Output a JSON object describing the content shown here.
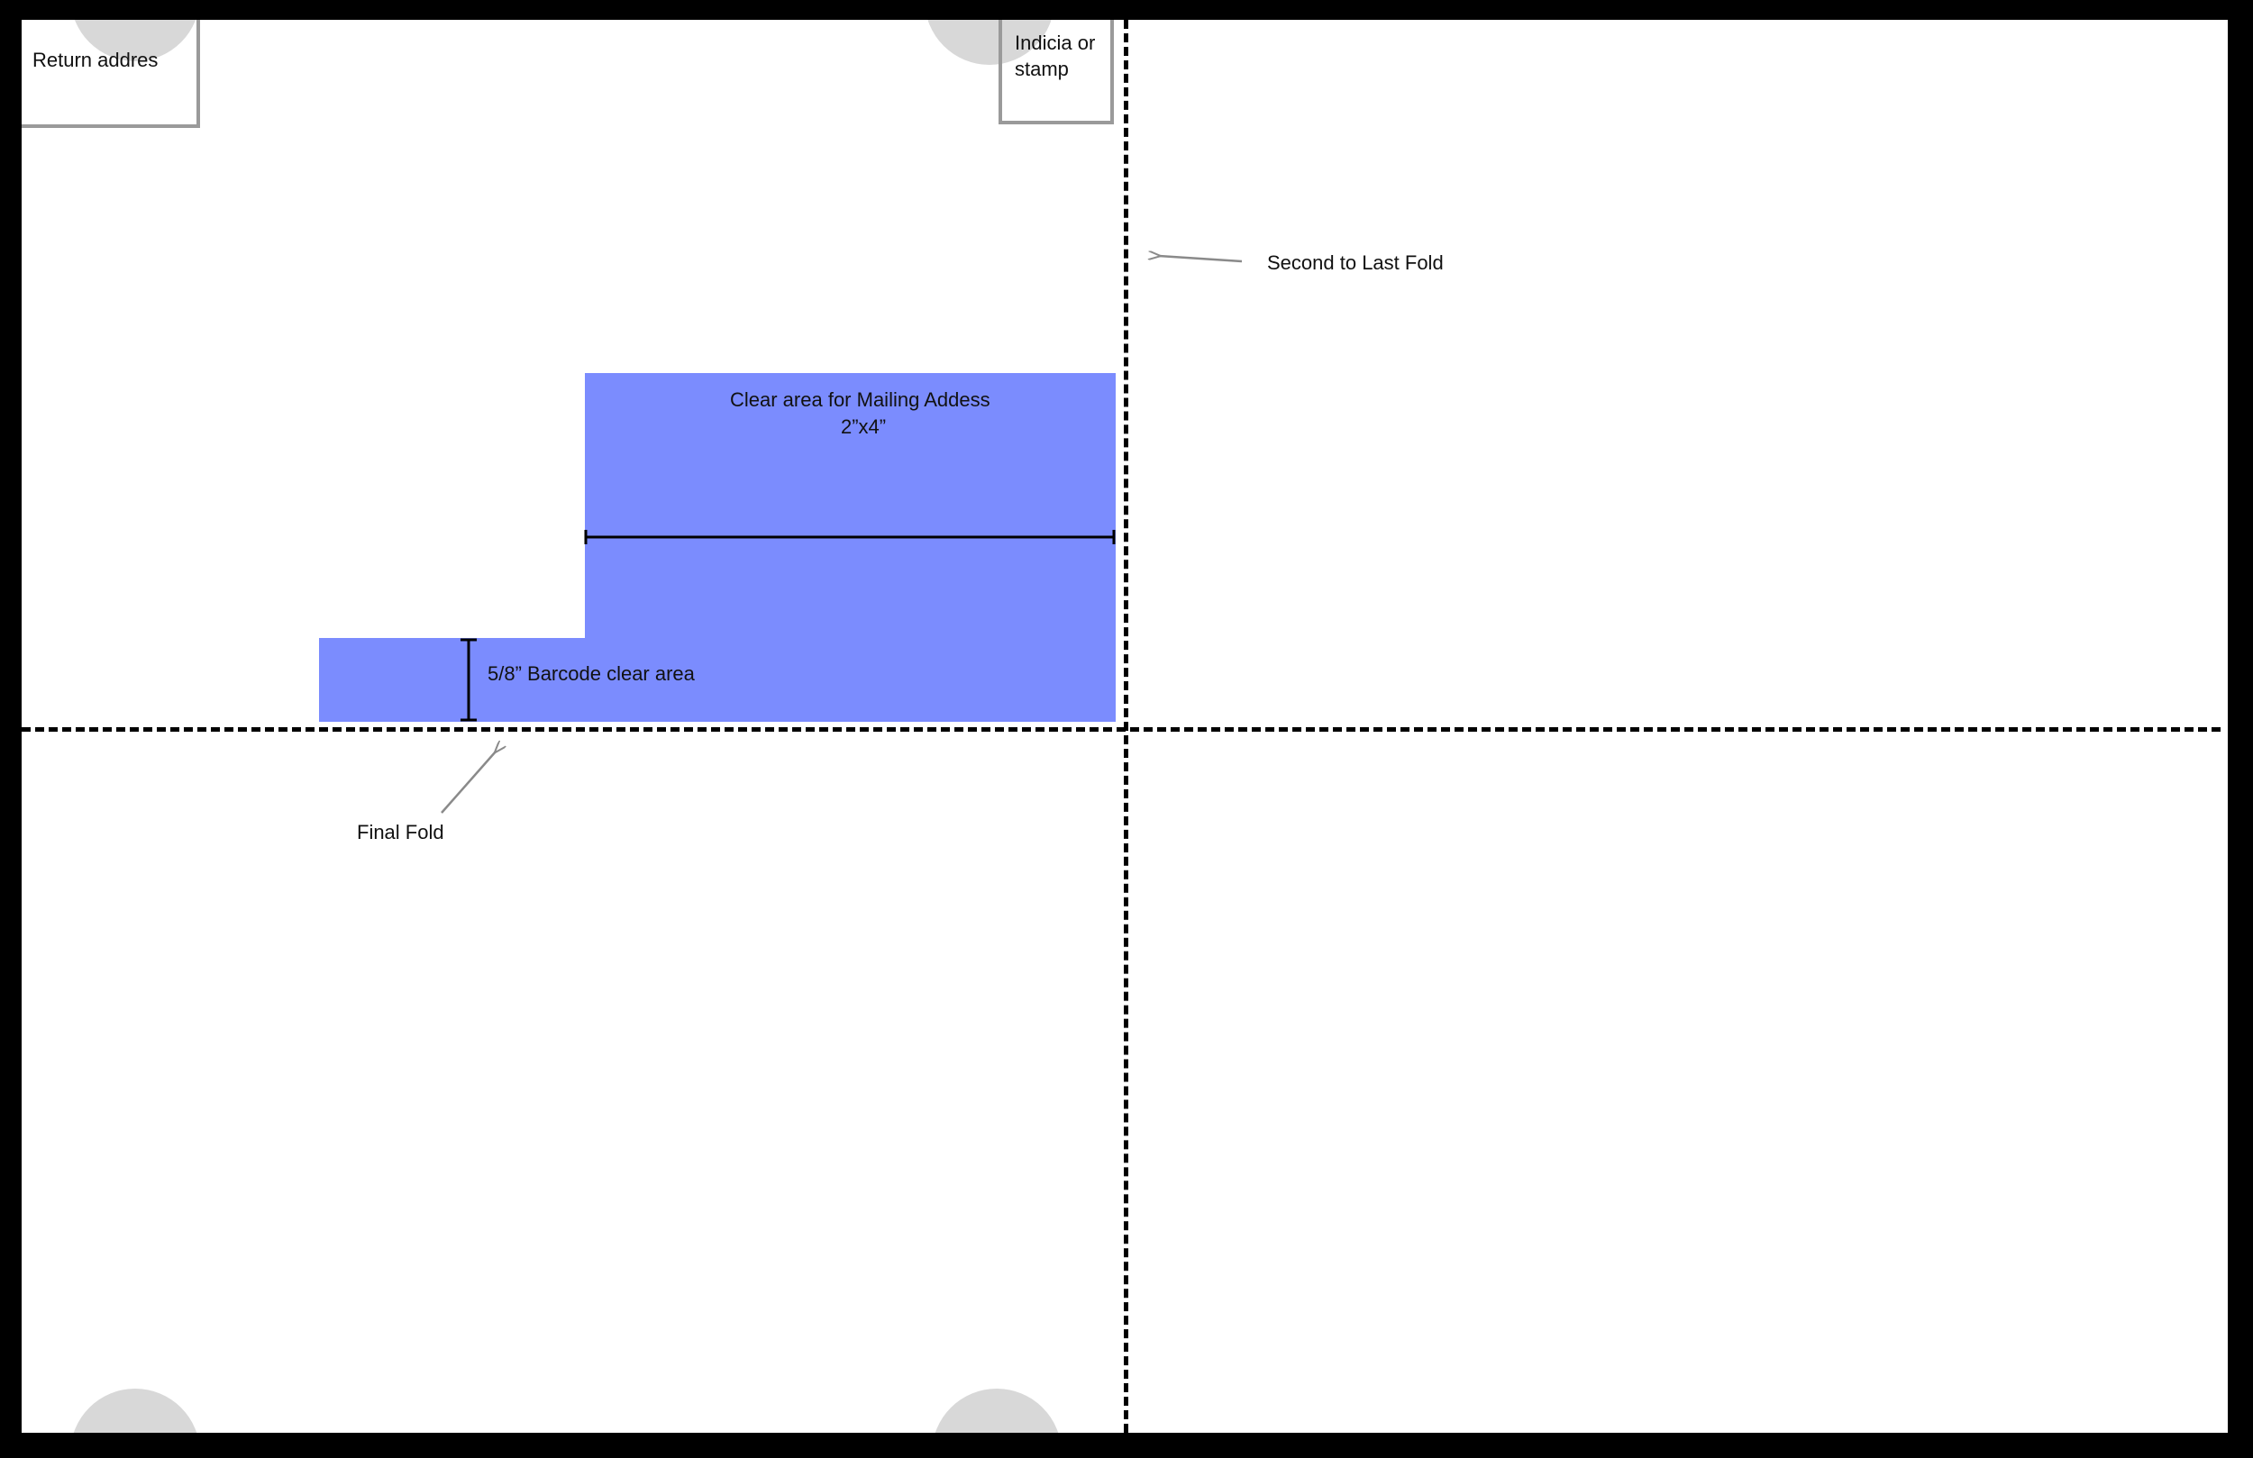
{
  "diagram": {
    "return_address_label": "Return addres",
    "indicia_label_line1": "Indicia or",
    "indicia_label_line2": "stamp",
    "mailing_area_label_line1": "Clear area for Mailing Addess",
    "mailing_area_label_line2": "2”x4”",
    "barcode_area_label": "5/8” Barcode clear area",
    "second_to_last_fold_label": "Second to Last Fold",
    "final_fold_label": "Final Fold"
  },
  "colors": {
    "clear_area": "#7b8cfe",
    "fold_line": "#000000",
    "tab_circle": "#d8d8d8",
    "arrow": "#8a8a8a",
    "border": "#000000"
  }
}
